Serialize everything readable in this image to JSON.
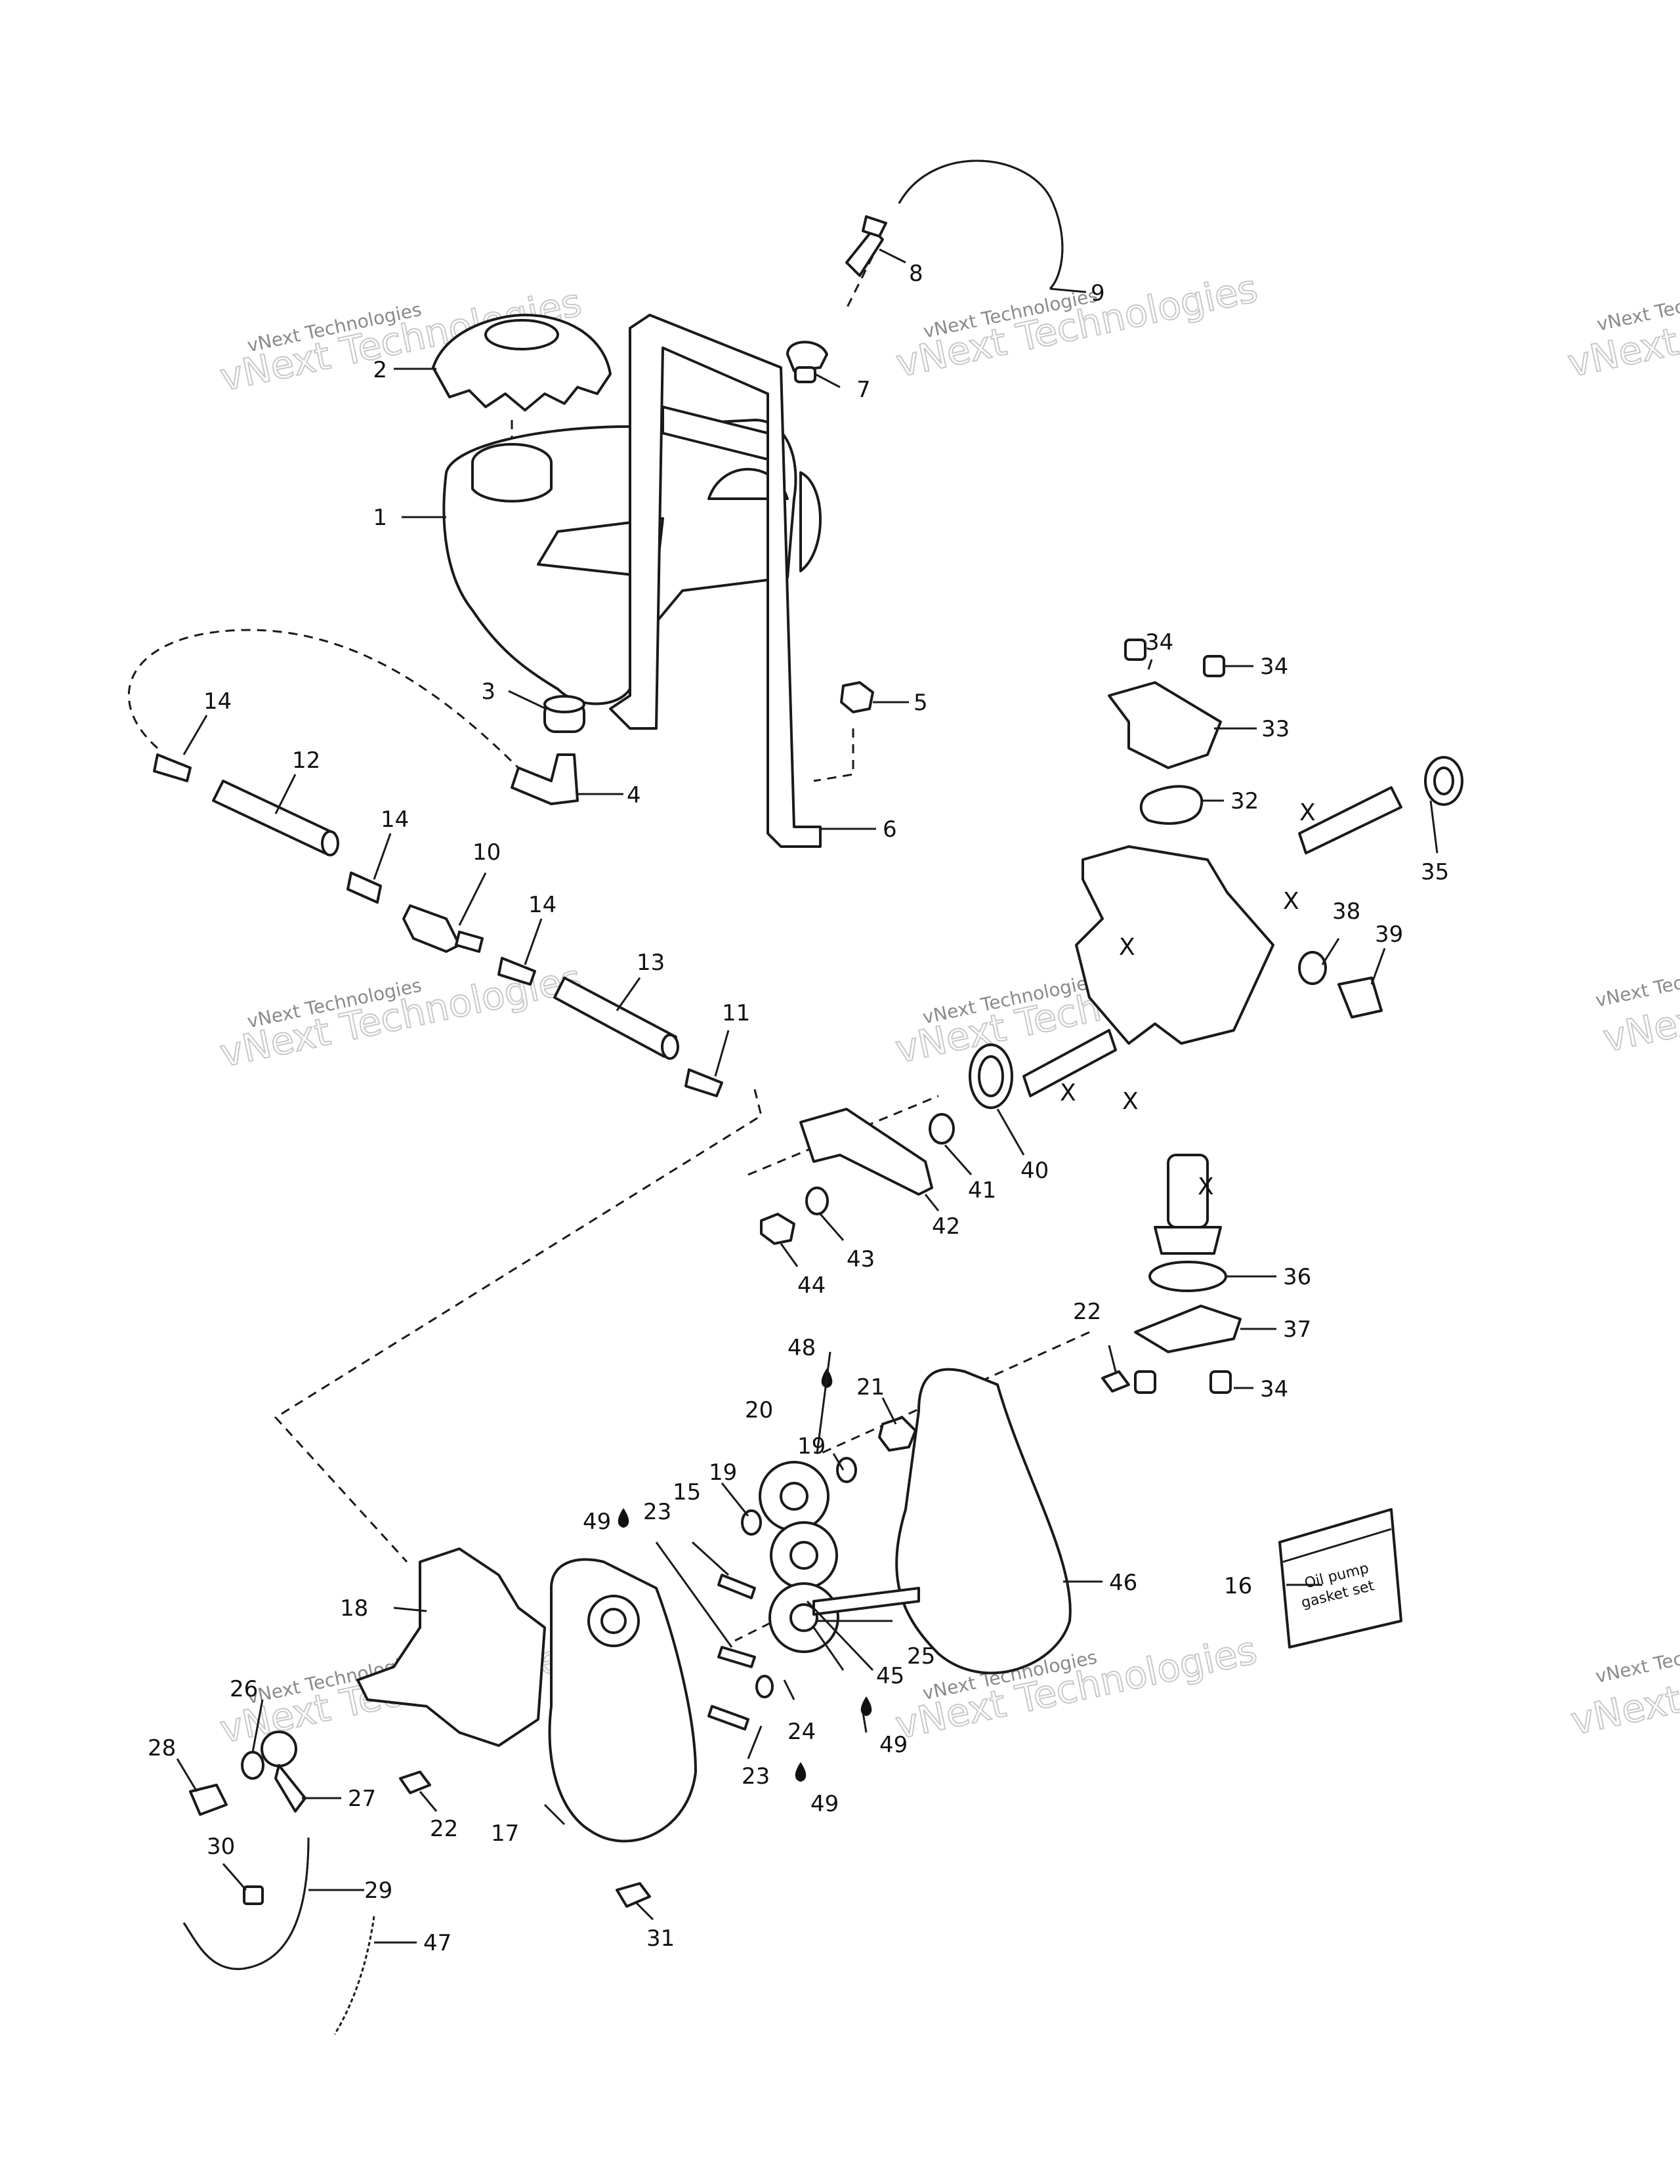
{
  "watermark": {
    "small_text": "vNext Technologies",
    "big_text": "vNext Technologies",
    "color": "#8a8a8a"
  },
  "callouts": [
    "1",
    "2",
    "3",
    "4",
    "5",
    "6",
    "7",
    "8",
    "9",
    "10",
    "11",
    "12",
    "13",
    "14",
    "15",
    "16",
    "17",
    "18",
    "19",
    "20",
    "21",
    "22",
    "23",
    "24",
    "25",
    "26",
    "27",
    "28",
    "29",
    "30",
    "31",
    "32",
    "33",
    "34",
    "35",
    "36",
    "37",
    "38",
    "39",
    "40",
    "41",
    "42",
    "43",
    "44",
    "45",
    "46",
    "47",
    "48",
    "49"
  ],
  "marker_x": "X",
  "packet": {
    "line1": "Oil pump",
    "line2": "gasket set"
  }
}
